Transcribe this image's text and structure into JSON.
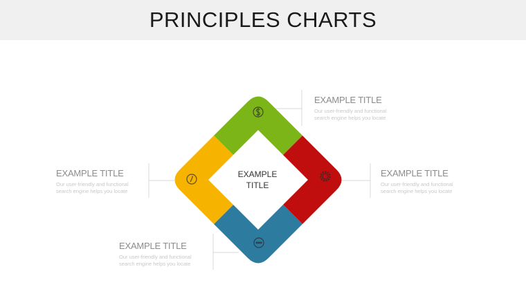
{
  "header": {
    "title": "PRINCIPLES CHARTS"
  },
  "diagram": {
    "center": {
      "line1": "EXAMPLE",
      "line2": "TITLE"
    },
    "segments": [
      {
        "position": "top",
        "color": "#7cb518",
        "icon": "dollar-icon"
      },
      {
        "position": "right",
        "color": "#c00d0d",
        "icon": "gear-icon"
      },
      {
        "position": "bottom",
        "color": "#2e7ba0",
        "icon": "chat-icon"
      },
      {
        "position": "left",
        "color": "#f6b300",
        "icon": "clock-icon"
      }
    ],
    "callouts": [
      {
        "title": "EXAMPLE TITLE",
        "text": "Our user-friendly and functional search engine helps you locate"
      },
      {
        "title": "EXAMPLE TITLE",
        "text": "Our user-friendly and functional search engine helps you locate"
      },
      {
        "title": "EXAMPLE TITLE",
        "text": "Our user-friendly and functional search engine helps you locate"
      },
      {
        "title": "EXAMPLE TITLE",
        "text": "Our user-friendly and functional search engine helps you locate"
      }
    ]
  }
}
